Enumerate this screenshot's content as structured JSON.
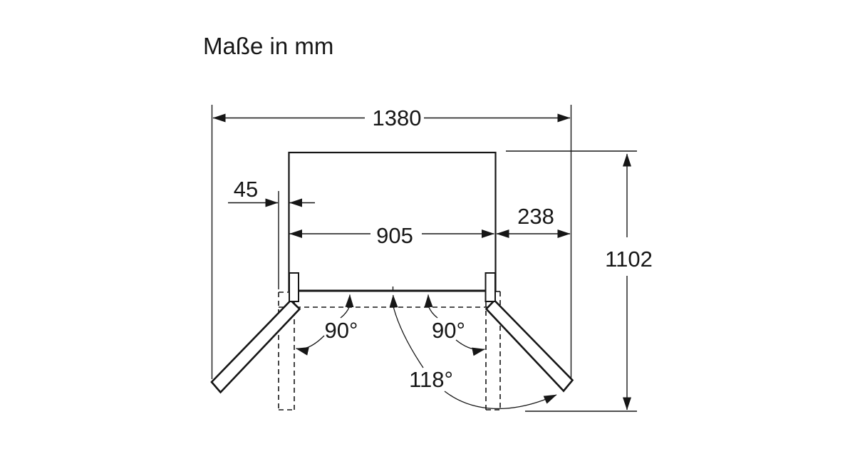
{
  "title": "Maße in mm",
  "dimensions": {
    "total_width": "1380",
    "door_protrusion": "45",
    "body_width": "905",
    "right_clearance": "238",
    "total_depth": "1102"
  },
  "angles": {
    "left_door": "90°",
    "right_door": "90°",
    "doors_full_open": "118°"
  }
}
